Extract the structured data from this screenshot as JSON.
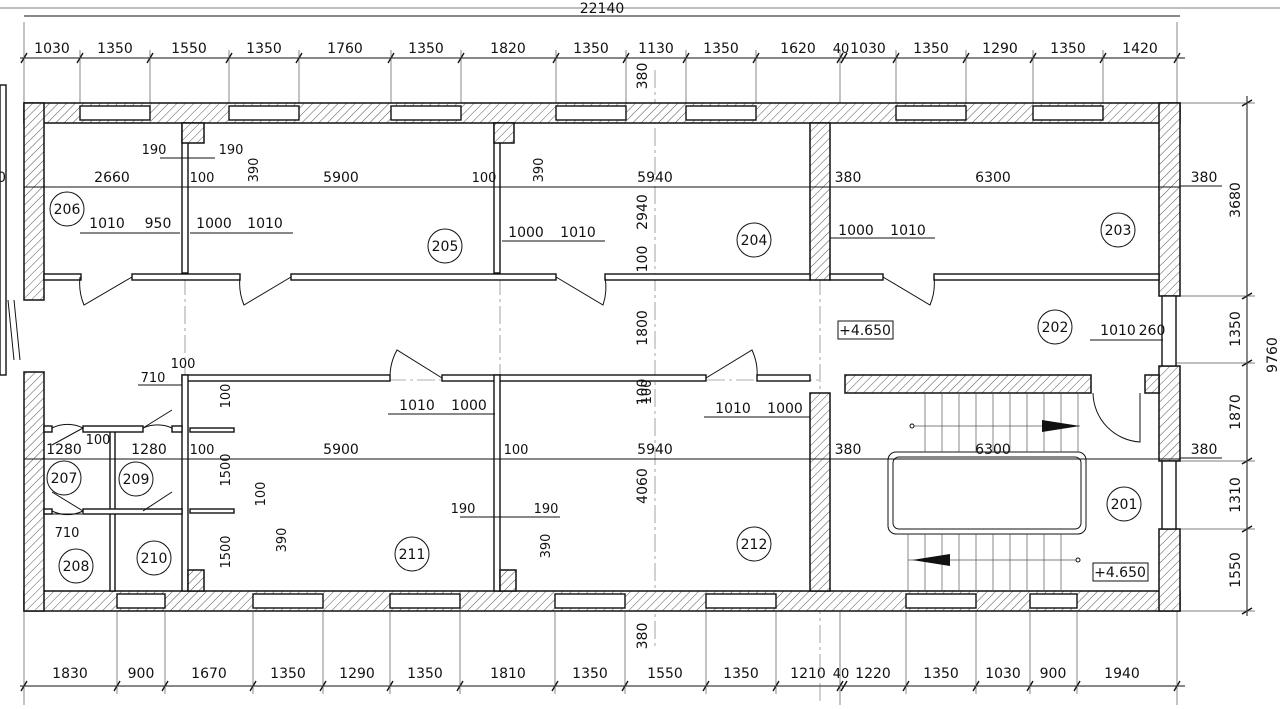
{
  "overall": {
    "width": "22140",
    "height": "9760"
  },
  "top_dims": [
    "1030",
    "1350",
    "1550",
    "1350",
    "1760",
    "1350",
    "1820",
    "1350",
    "1130",
    "1350",
    "1620",
    "40",
    "1030",
    "1350",
    "1290",
    "1350",
    "1420"
  ],
  "bottom_dims": [
    "1830",
    "900",
    "1670",
    "1350",
    "1290",
    "1350",
    "1810",
    "1350",
    "1550",
    "1350",
    "1210",
    "40",
    "1220",
    "1350",
    "1030",
    "900",
    "1940"
  ],
  "right_dims": [
    "3680",
    "1350",
    "1870",
    "1310",
    "1550"
  ],
  "right_wall_dims": [
    "380",
    "380"
  ],
  "left_cut": "0",
  "center_dims": {
    "wall_top": "380",
    "r204_depth": "2940",
    "p1": "100",
    "corridor": "1800",
    "p2": "100",
    "r212_depth": "4060",
    "wall_bottom": "380"
  },
  "upper": {
    "r206_width": "2660",
    "r206_door": [
      "1010",
      "950"
    ],
    "r205_width": "5900",
    "r205_door": [
      "1000",
      "1010"
    ],
    "r205_part": [
      "190",
      "190",
      "390",
      "100",
      "100"
    ],
    "r204_width": "5940",
    "r204_door": [
      "1000",
      "1010"
    ],
    "r204_part": [
      "390"
    ],
    "r203_wall": "380",
    "r203_width": "6300",
    "r203_door": [
      "1000",
      "1010"
    ]
  },
  "lower": {
    "wc_top": [
      "710",
      "100"
    ],
    "r207_width": "1280",
    "r207_gap": "100",
    "r209_width": "1280",
    "r207_door": "710",
    "r211_part": "100",
    "r211_width": "5900",
    "r211_door": [
      "1010",
      "1000"
    ],
    "r211_vert": [
      "100",
      "1500",
      "100",
      "1500",
      "390"
    ],
    "r212_part": [
      "100",
      "100"
    ],
    "r212_width": "5940",
    "r212_door": [
      "1010",
      "1000"
    ],
    "r212_small": [
      "190",
      "190",
      "390"
    ],
    "r201_wall": "380",
    "r201_width": "6300",
    "r201_right": "380",
    "r202_door": [
      "1010",
      "260"
    ]
  },
  "rooms": [
    "201",
    "202",
    "203",
    "204",
    "205",
    "206",
    "207",
    "208",
    "209",
    "210",
    "211",
    "212"
  ],
  "levels": [
    "+4.650",
    "+4.650"
  ]
}
